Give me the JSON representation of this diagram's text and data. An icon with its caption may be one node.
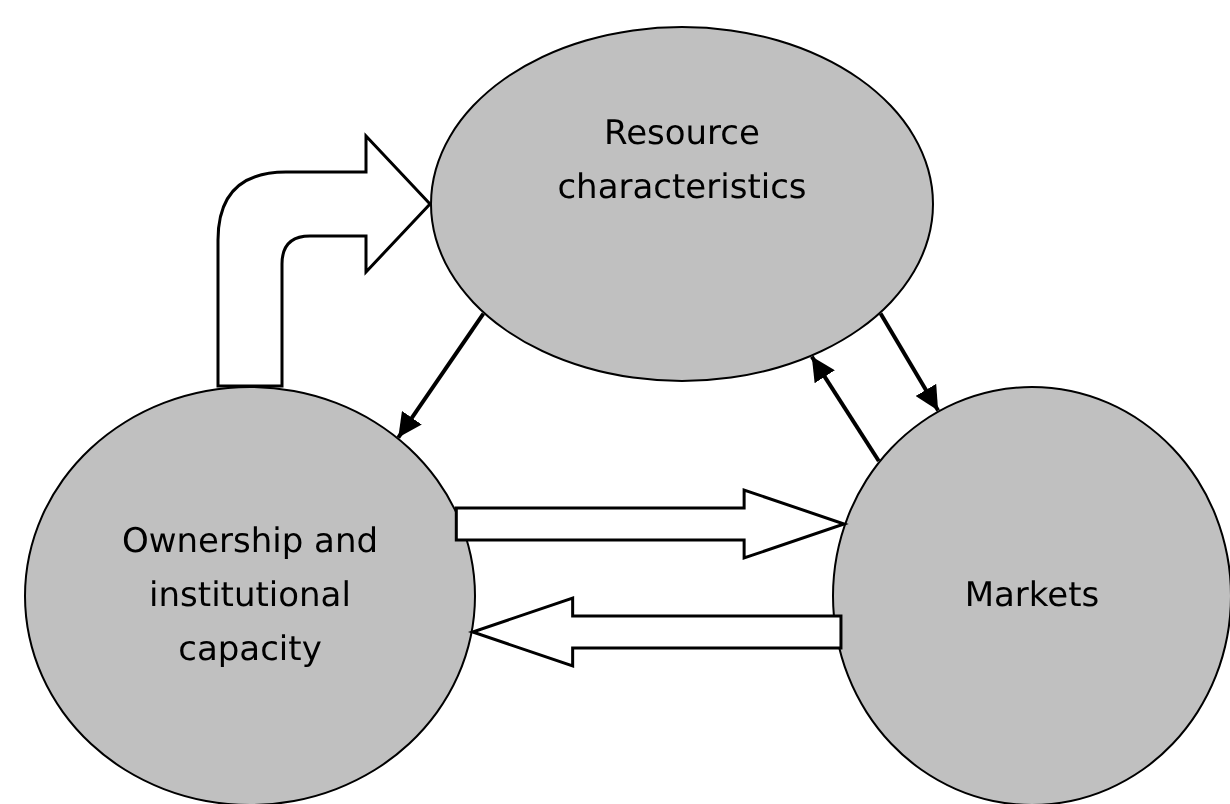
{
  "diagram": {
    "nodes": [
      {
        "text": [
          "Resource characteristics"
        ]
      },
      {
        "text": [
          "Ownership and institutional capacity"
        ]
      },
      {
        "text": [
          "Markets"
        ]
      }
    ],
    "edges": [
      {
        "from": 1,
        "to": 0,
        "arrow": "to",
        "style": "thick"
      },
      {
        "from": 0,
        "to": 1,
        "arrow": "to"
      },
      {
        "from": 0,
        "to": 2,
        "arrow": "to"
      },
      {
        "from": 2,
        "to": 0,
        "arrow": "to"
      },
      {
        "from": 1,
        "to": 2,
        "arrow": "to",
        "style": "thick"
      },
      {
        "from": 2,
        "to": 1,
        "arrow": "to",
        "style": "thick"
      }
    ]
  }
}
